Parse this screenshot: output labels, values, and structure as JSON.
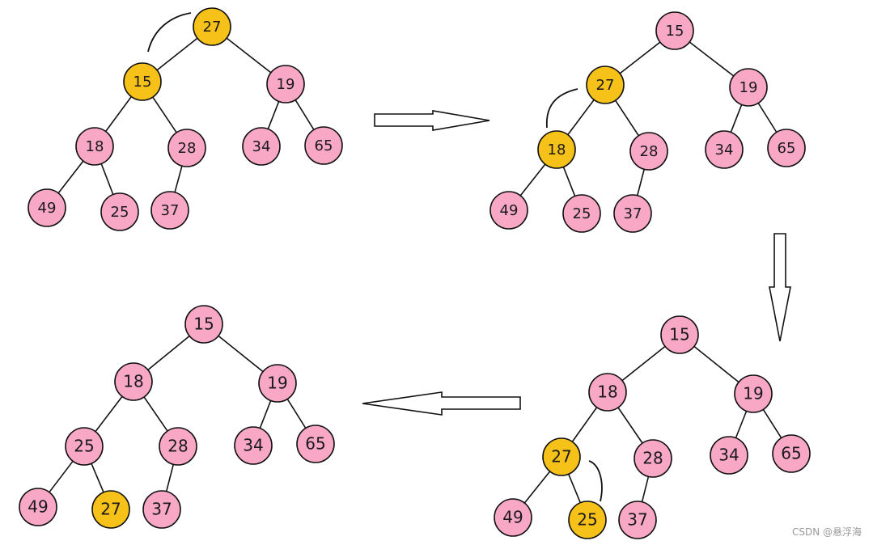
{
  "colors": {
    "node_fill": "#f8a8c4",
    "highlight_fill": "#f6c21a",
    "stroke": "#111111",
    "arrow_fill": "#ffffff"
  },
  "trees": [
    {
      "id": "step1",
      "nodes": [
        {
          "id": "a",
          "label": "27",
          "highlight": true
        },
        {
          "id": "b",
          "label": "15",
          "highlight": true
        },
        {
          "id": "c",
          "label": "19"
        },
        {
          "id": "d",
          "label": "18"
        },
        {
          "id": "e",
          "label": "28"
        },
        {
          "id": "f",
          "label": "34"
        },
        {
          "id": "g",
          "label": "65"
        },
        {
          "id": "h",
          "label": "49"
        },
        {
          "id": "i",
          "label": "25"
        },
        {
          "id": "j",
          "label": "37"
        }
      ]
    },
    {
      "id": "step2",
      "nodes": [
        {
          "id": "a",
          "label": "15"
        },
        {
          "id": "b",
          "label": "27",
          "highlight": true
        },
        {
          "id": "c",
          "label": "19"
        },
        {
          "id": "d",
          "label": "18",
          "highlight": true
        },
        {
          "id": "e",
          "label": "28"
        },
        {
          "id": "f",
          "label": "34"
        },
        {
          "id": "g",
          "label": "65"
        },
        {
          "id": "h",
          "label": "49"
        },
        {
          "id": "i",
          "label": "25"
        },
        {
          "id": "j",
          "label": "37"
        }
      ]
    },
    {
      "id": "step3",
      "nodes": [
        {
          "id": "a",
          "label": "15"
        },
        {
          "id": "b",
          "label": "18"
        },
        {
          "id": "c",
          "label": "19"
        },
        {
          "id": "d",
          "label": "27",
          "highlight": true
        },
        {
          "id": "e",
          "label": "28"
        },
        {
          "id": "f",
          "label": "34"
        },
        {
          "id": "g",
          "label": "65"
        },
        {
          "id": "h",
          "label": "49"
        },
        {
          "id": "i",
          "label": "25",
          "highlight": true
        },
        {
          "id": "j",
          "label": "37"
        }
      ]
    },
    {
      "id": "step4",
      "nodes": [
        {
          "id": "a",
          "label": "15"
        },
        {
          "id": "b",
          "label": "18"
        },
        {
          "id": "c",
          "label": "19"
        },
        {
          "id": "d",
          "label": "25"
        },
        {
          "id": "e",
          "label": "28"
        },
        {
          "id": "f",
          "label": "34"
        },
        {
          "id": "g",
          "label": "65"
        },
        {
          "id": "h",
          "label": "49"
        },
        {
          "id": "i",
          "label": "27",
          "highlight": true
        },
        {
          "id": "j",
          "label": "37"
        }
      ]
    }
  ],
  "watermark": "CSDN @悬浮海"
}
